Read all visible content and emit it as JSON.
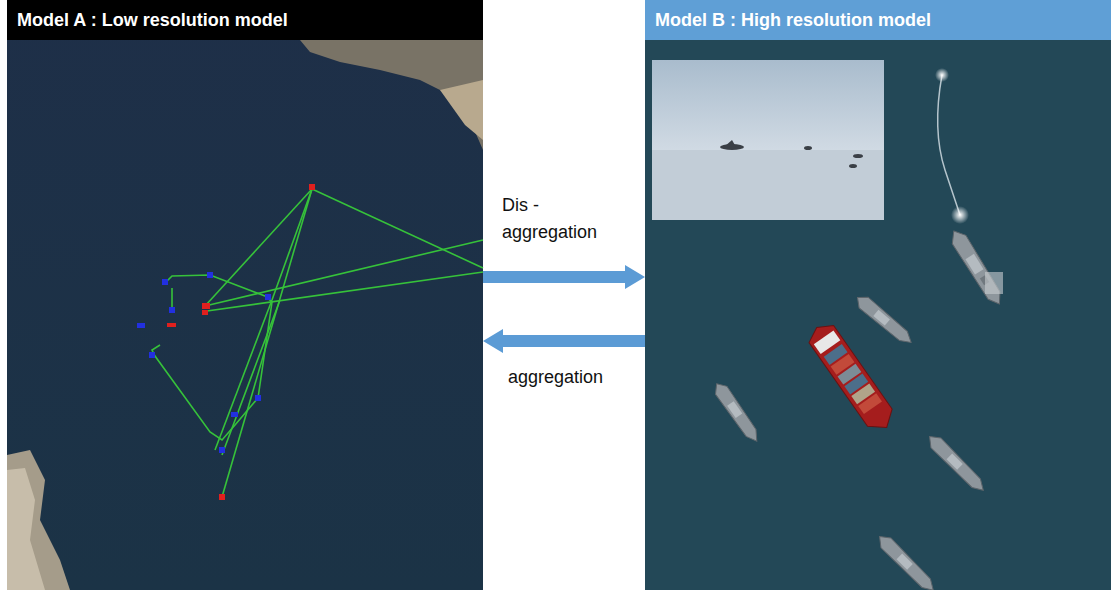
{
  "diagram": {
    "nodes": [
      {
        "text": [
          "Model A : Low resolution model"
        ]
      },
      {
        "text": [
          "Model B : High resolution model"
        ]
      }
    ],
    "edges": [
      {
        "from": 0,
        "to": 1,
        "arrow": "to",
        "label": "Dis - aggregation"
      },
      {
        "from": 1,
        "to": 0,
        "arrow": "to",
        "label": "aggregation"
      }
    ]
  }
}
